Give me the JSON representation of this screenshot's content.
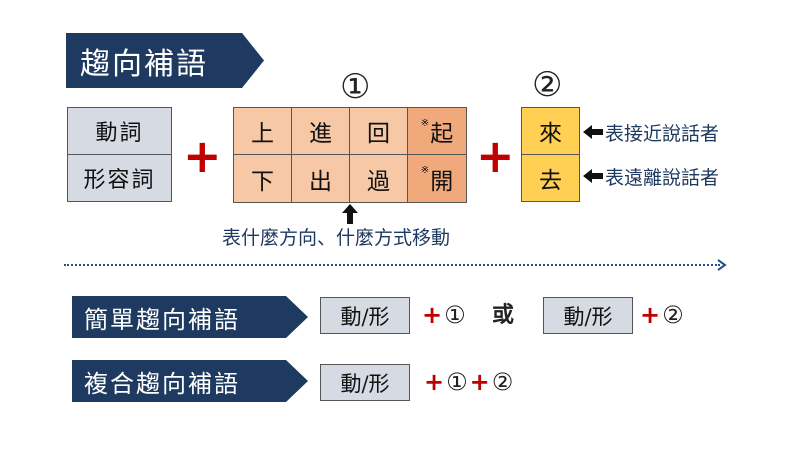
{
  "title": "趨向補語",
  "verb_box": [
    "動詞",
    "形容詞"
  ],
  "plus_sign": "+",
  "group1_marker": "①",
  "group2_marker": "②",
  "grid_rows": [
    [
      {
        "text": "上",
        "star": ""
      },
      {
        "text": "進",
        "star": ""
      },
      {
        "text": "回",
        "star": ""
      },
      {
        "text": "起",
        "star": "※"
      }
    ],
    [
      {
        "text": "下",
        "star": ""
      },
      {
        "text": "出",
        "star": ""
      },
      {
        "text": "過",
        "star": ""
      },
      {
        "text": "開",
        "star": "※"
      }
    ]
  ],
  "come_go": [
    {
      "text": "來",
      "note": "表接近說話者"
    },
    {
      "text": "去",
      "note": "表遠離說話者"
    }
  ],
  "direction_note": "表什麼方向、什麼方式移動",
  "rules": [
    {
      "label": "簡單趨向補語",
      "parts": [
        "動/形",
        "+①",
        "或",
        "動/形",
        "+②"
      ]
    },
    {
      "label": "複合趨向補語",
      "parts": [
        "動/形",
        "+①+②"
      ]
    }
  ]
}
